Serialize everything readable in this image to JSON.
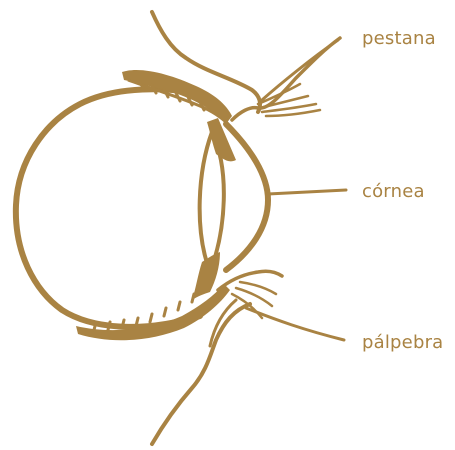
{
  "labels": {
    "eyelash": "pestana",
    "cornea": "córnea",
    "eyelid": "pálpebra"
  },
  "colors": {
    "ink": "#a98343",
    "label": "#a98343",
    "background": "#ffffff"
  }
}
